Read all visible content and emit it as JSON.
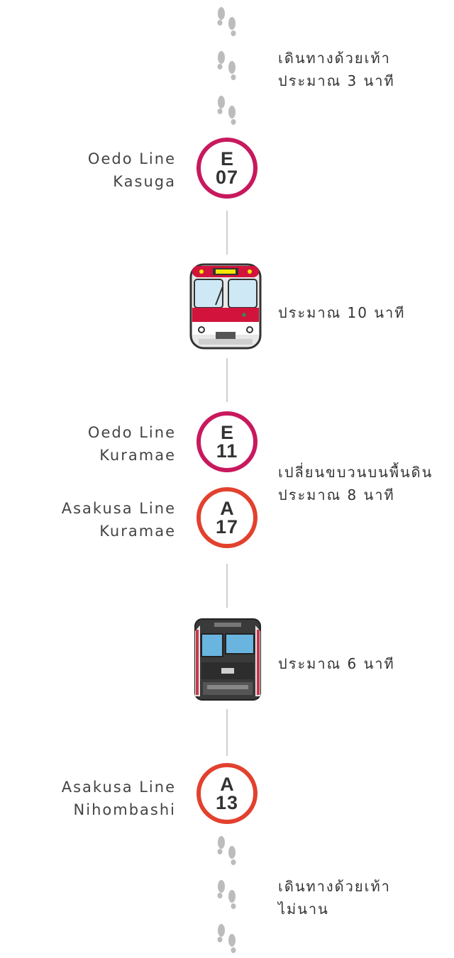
{
  "steps": {
    "walk_top": "เดินทางด้วยเท้า\nประมาณ 3 นาที",
    "ride1": "ประมาณ 10 นาที",
    "transfer": "เปลี่ยนขบวนบนพื้นดิน\nประมาณ 8 นาที",
    "ride2": "ประมาณ 6 นาที",
    "walk_bottom": "เดินทางด้วยเท้า\nไม่นาน"
  },
  "stations": [
    {
      "line": "Oedo Line",
      "name": "Kasuga",
      "letter": "E",
      "number": "07",
      "color": "#c8195e"
    },
    {
      "line": "Oedo Line",
      "name": "Kuramae",
      "letter": "E",
      "number": "11",
      "color": "#c8195e"
    },
    {
      "line": "Asakusa Line",
      "name": "Kuramae",
      "letter": "A",
      "number": "17",
      "color": "#e2412e"
    },
    {
      "line": "Asakusa Line",
      "name": "Nihombashi",
      "letter": "A",
      "number": "13",
      "color": "#e2412e"
    }
  ],
  "icons": {
    "footprints": "footprints-icon",
    "oedo_train": "oedo-train-icon",
    "asakusa_train": "asakusa-train-icon"
  }
}
